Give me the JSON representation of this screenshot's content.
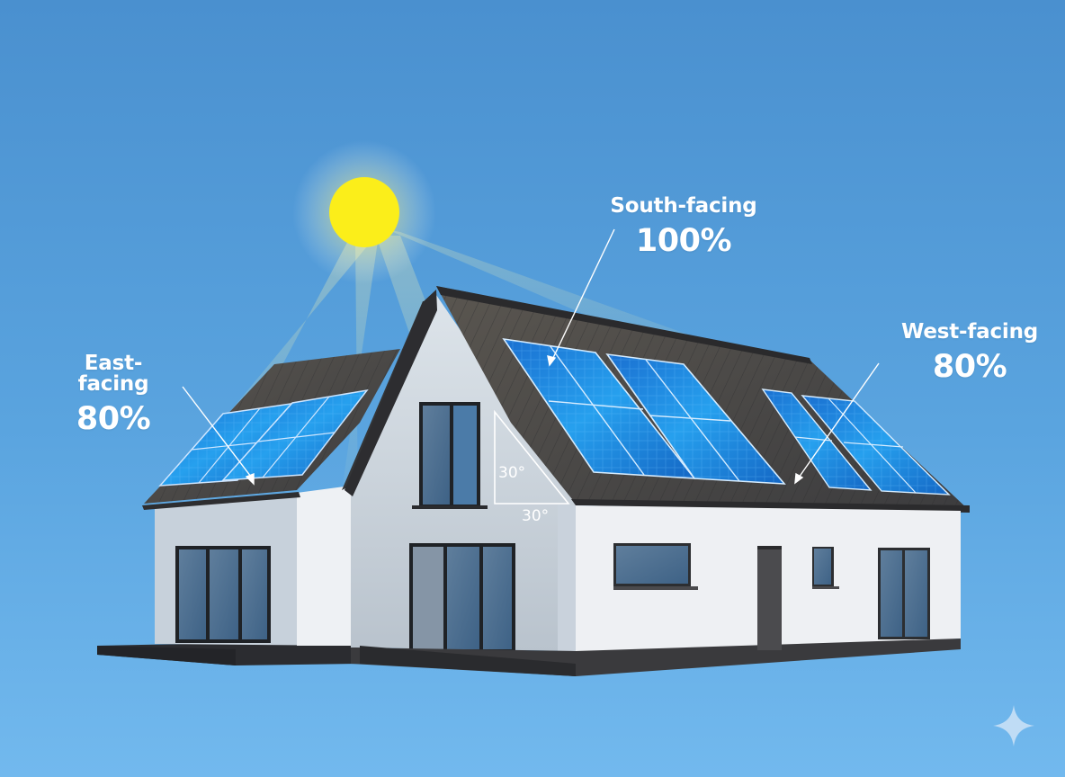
{
  "diagram": {
    "subject": "House with solar panels on east-, south- and west-facing roofs",
    "colors": {
      "sky_top": "#4a90cf",
      "sky_bottom": "#6fb6ec",
      "sun": "#fbee1a",
      "roof": "#4a4a4c",
      "wall": "#eef0f3",
      "panel": "#1f7fd9",
      "label_text": "#ffffff"
    },
    "labels": [
      {
        "id": "east",
        "name": "East-facing",
        "efficiency": "80%"
      },
      {
        "id": "south",
        "name": "South-facing",
        "efficiency": "100%"
      },
      {
        "id": "west",
        "name": "West-facing",
        "efficiency": "80%"
      }
    ],
    "roof_pitch": {
      "vertical_angle": "30°",
      "horizontal_angle": "30°"
    },
    "icons": {
      "sun": "sun-icon",
      "sparkle": "sparkle-icon"
    }
  }
}
